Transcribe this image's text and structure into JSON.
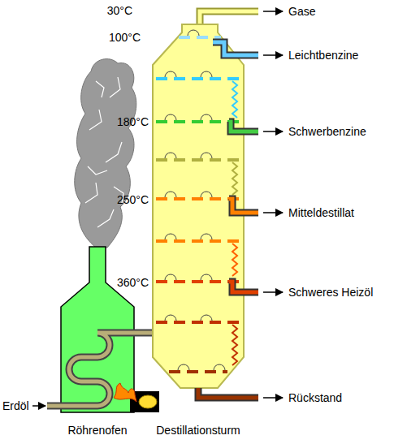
{
  "diagram": {
    "labels": [
      "30°C",
      "Gase",
      "100°C",
      "Leichtbenzine",
      "180°C",
      "Schwerbenzine",
      "250°C",
      "Mitteldestillat",
      "360°C",
      "Schweres Heizöl",
      "Rückstand",
      "Erdöl",
      "Röhrenofen",
      "Destillationsturm"
    ]
  }
}
